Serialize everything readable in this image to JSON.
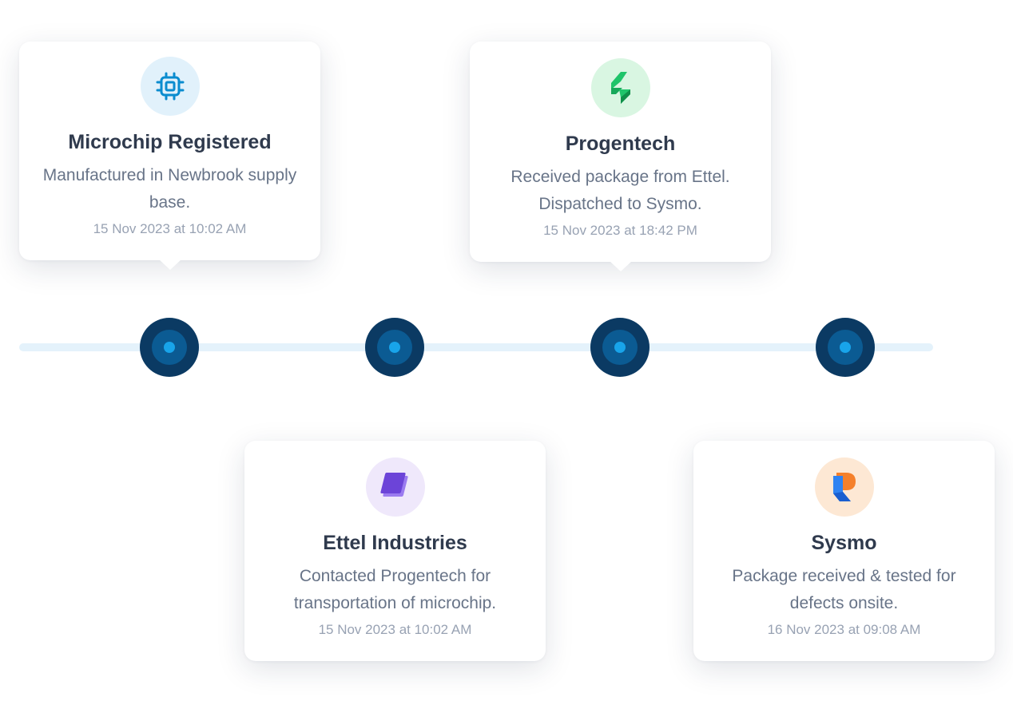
{
  "events": [
    {
      "title": "Microchip Registered",
      "description": "Manufactured in Newbrook supply base.",
      "timestamp": "15 Nov 2023 at 10:02 AM",
      "icon": "microchip-icon",
      "badge_color": "#e1f1fb",
      "icon_color": "#0a8ccf"
    },
    {
      "title": "Ettel Industries",
      "description": "Contacted Progentech for transportation of microchip.",
      "timestamp": "15 Nov 2023 at 10:02 AM",
      "icon": "ettel-logo-icon",
      "badge_color": "#efe8fb",
      "icon_color": "#6c44d8"
    },
    {
      "title": "Progentech",
      "description": "Received package from Ettel. Dispatched to Sysmo.",
      "timestamp": "15 Nov 2023 at 18:42 PM",
      "icon": "progentech-logo-icon",
      "badge_color": "#d9f6e2",
      "icon_color": "#17b25a"
    },
    {
      "title": "Sysmo",
      "description": "Package received & tested for defects onsite.",
      "timestamp": "16 Nov 2023 at 09:08 AM",
      "icon": "sysmo-logo-icon",
      "badge_color": "#fde8d4",
      "icon_color": "#f5802b"
    }
  ],
  "colors": {
    "track": "#e4f2fb",
    "node_outer": "#0b3a63",
    "node_inner": "#0b5b93",
    "node_dot": "#18a4ea"
  }
}
